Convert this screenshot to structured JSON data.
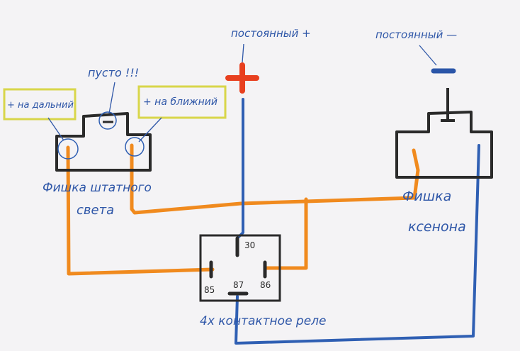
{
  "labels": {
    "const_plus": "постоянный +",
    "const_minus": "постоянный —",
    "empty": "пусто !!!",
    "low_beam": "+ на дальний",
    "high_beam": "+ на ближний",
    "stock_plug_line1": "Фишка штатного",
    "stock_plug_line2": "света",
    "xenon_plug_line1": "Фишка",
    "xenon_plug_line2": "ксенона",
    "relay_caption": "4х контактное реле"
  },
  "relay_pins": {
    "p30": "30",
    "p85": "85",
    "p87": "87",
    "p86": "86"
  },
  "symbols": {
    "plus": "+",
    "minus": "−"
  },
  "colors": {
    "wire_positive": "#f08a1e",
    "wire_negative": "#2f5fb3",
    "outline": "#2a2a2a",
    "plus_sign": "#e8401f",
    "minus_sign": "#2a55a8",
    "callout_border": "#d8d64a",
    "ink": "#2f57a8"
  }
}
